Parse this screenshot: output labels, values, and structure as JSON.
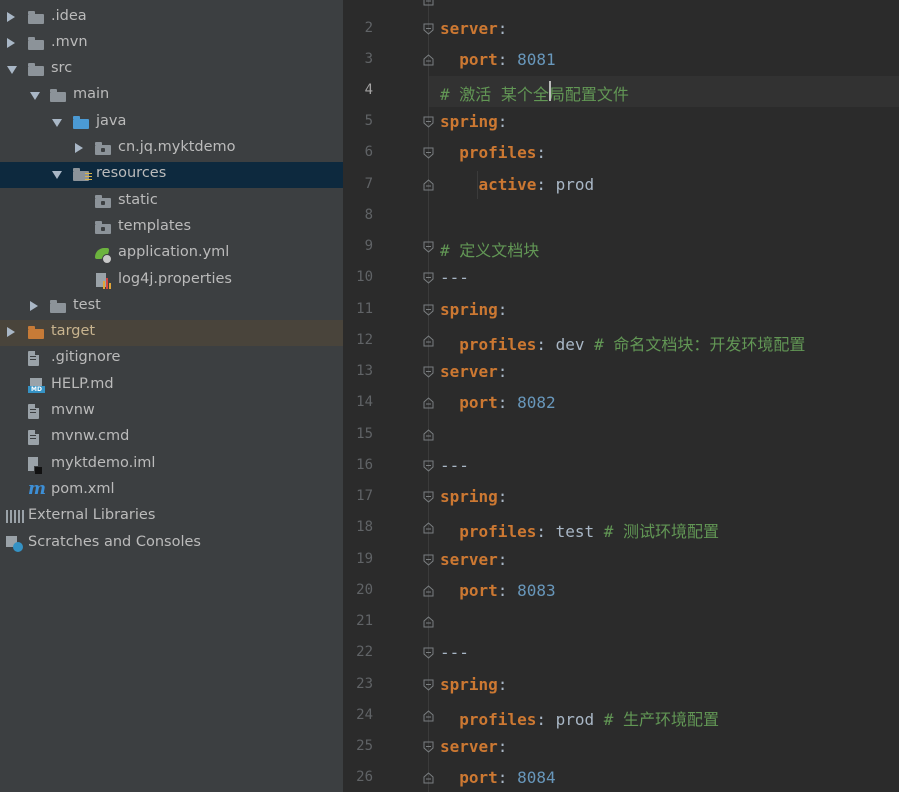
{
  "project_tree": {
    "items": [
      {
        "label": ".idea",
        "kind": "folder",
        "expanded": false,
        "depth": 0
      },
      {
        "label": ".mvn",
        "kind": "folder",
        "expanded": false,
        "depth": 0
      },
      {
        "label": "src",
        "kind": "folder",
        "expanded": true,
        "depth": 0
      },
      {
        "label": "main",
        "kind": "folder",
        "expanded": true,
        "depth": 1
      },
      {
        "label": "java",
        "kind": "source-folder",
        "expanded": true,
        "depth": 2
      },
      {
        "label": "cn.jq.myktdemo",
        "kind": "package",
        "expanded": false,
        "depth": 3
      },
      {
        "label": "resources",
        "kind": "resources-folder",
        "expanded": true,
        "depth": 2,
        "selected": true
      },
      {
        "label": "static",
        "kind": "package",
        "depth": 3
      },
      {
        "label": "templates",
        "kind": "package",
        "depth": 3
      },
      {
        "label": "application.yml",
        "kind": "yml-file",
        "depth": 3
      },
      {
        "label": "log4j.properties",
        "kind": "properties-file",
        "depth": 3
      },
      {
        "label": "test",
        "kind": "folder",
        "expanded": false,
        "depth": 1
      },
      {
        "label": "target",
        "kind": "excluded-folder",
        "expanded": false,
        "depth": 0
      },
      {
        "label": ".gitignore",
        "kind": "text-file",
        "depth": 0
      },
      {
        "label": "HELP.md",
        "kind": "md-file",
        "depth": 0
      },
      {
        "label": "mvnw",
        "kind": "text-file",
        "depth": 0
      },
      {
        "label": "mvnw.cmd",
        "kind": "text-file",
        "depth": 0
      },
      {
        "label": "myktdemo.iml",
        "kind": "iml-file",
        "depth": 0
      },
      {
        "label": "pom.xml",
        "kind": "maven-file",
        "depth": 0
      },
      {
        "label": "External Libraries",
        "kind": "libraries",
        "depth": -1
      },
      {
        "label": "Scratches and Consoles",
        "kind": "scratches",
        "depth": -1
      }
    ]
  },
  "editor": {
    "current_line": 4,
    "lines": [
      {
        "n": "2",
        "parts": [
          {
            "t": "server",
            "c": "key"
          },
          {
            "t": ":",
            "c": "val"
          }
        ]
      },
      {
        "n": "3",
        "parts": [
          {
            "t": "  "
          },
          {
            "t": "port",
            "c": "key"
          },
          {
            "t": ": ",
            "c": "val"
          },
          {
            "t": "8081",
            "c": "num"
          }
        ]
      },
      {
        "n": "4",
        "parts": [
          {
            "t": "# 激活 某个全局配置文件",
            "c": "cmt"
          }
        ]
      },
      {
        "n": "5",
        "parts": [
          {
            "t": "spring",
            "c": "key"
          },
          {
            "t": ":",
            "c": "val"
          }
        ]
      },
      {
        "n": "6",
        "parts": [
          {
            "t": "  "
          },
          {
            "t": "profiles",
            "c": "key"
          },
          {
            "t": ":",
            "c": "val"
          }
        ]
      },
      {
        "n": "7",
        "parts": [
          {
            "t": "    "
          },
          {
            "t": "active",
            "c": "key"
          },
          {
            "t": ": prod",
            "c": "val"
          }
        ]
      },
      {
        "n": "8",
        "parts": []
      },
      {
        "n": "9",
        "parts": [
          {
            "t": "# 定义文档块",
            "c": "cmt"
          }
        ]
      },
      {
        "n": "10",
        "parts": [
          {
            "t": "---",
            "c": "val"
          }
        ]
      },
      {
        "n": "11",
        "parts": [
          {
            "t": "spring",
            "c": "key"
          },
          {
            "t": ":",
            "c": "val"
          }
        ]
      },
      {
        "n": "12",
        "parts": [
          {
            "t": "  "
          },
          {
            "t": "profiles",
            "c": "key"
          },
          {
            "t": ": dev ",
            "c": "val"
          },
          {
            "t": "# 命名文档块：开发环境配置",
            "c": "cmt"
          }
        ]
      },
      {
        "n": "13",
        "parts": [
          {
            "t": "server",
            "c": "key"
          },
          {
            "t": ":",
            "c": "val"
          }
        ]
      },
      {
        "n": "14",
        "parts": [
          {
            "t": "  "
          },
          {
            "t": "port",
            "c": "key"
          },
          {
            "t": ": ",
            "c": "val"
          },
          {
            "t": "8082",
            "c": "num"
          }
        ]
      },
      {
        "n": "15",
        "parts": []
      },
      {
        "n": "16",
        "parts": [
          {
            "t": "---",
            "c": "val"
          }
        ]
      },
      {
        "n": "17",
        "parts": [
          {
            "t": "spring",
            "c": "key"
          },
          {
            "t": ":",
            "c": "val"
          }
        ]
      },
      {
        "n": "18",
        "parts": [
          {
            "t": "  "
          },
          {
            "t": "profiles",
            "c": "key"
          },
          {
            "t": ": test ",
            "c": "val"
          },
          {
            "t": "# 测试环境配置",
            "c": "cmt"
          }
        ]
      },
      {
        "n": "19",
        "parts": [
          {
            "t": "server",
            "c": "key"
          },
          {
            "t": ":",
            "c": "val"
          }
        ]
      },
      {
        "n": "20",
        "parts": [
          {
            "t": "  "
          },
          {
            "t": "port",
            "c": "key"
          },
          {
            "t": ": ",
            "c": "val"
          },
          {
            "t": "8083",
            "c": "num"
          }
        ]
      },
      {
        "n": "21",
        "parts": []
      },
      {
        "n": "22",
        "parts": [
          {
            "t": "---",
            "c": "val"
          }
        ]
      },
      {
        "n": "23",
        "parts": [
          {
            "t": "spring",
            "c": "key"
          },
          {
            "t": ":",
            "c": "val"
          }
        ]
      },
      {
        "n": "24",
        "parts": [
          {
            "t": "  "
          },
          {
            "t": "profiles",
            "c": "key"
          },
          {
            "t": ": prod ",
            "c": "val"
          },
          {
            "t": "# 生产环境配置",
            "c": "cmt"
          }
        ]
      },
      {
        "n": "25",
        "parts": [
          {
            "t": "server",
            "c": "key"
          },
          {
            "t": ":",
            "c": "val"
          }
        ]
      },
      {
        "n": "26",
        "parts": [
          {
            "t": "  "
          },
          {
            "t": "port",
            "c": "key"
          },
          {
            "t": ": ",
            "c": "val"
          },
          {
            "t": "8084",
            "c": "num"
          }
        ]
      }
    ]
  },
  "colors": {
    "tree_bg": "#3c3f41",
    "editor_bg": "#2b2b2b",
    "selection": "#0d293e",
    "keyword": "#cc7832",
    "number": "#6897bb",
    "comment": "#629755"
  }
}
